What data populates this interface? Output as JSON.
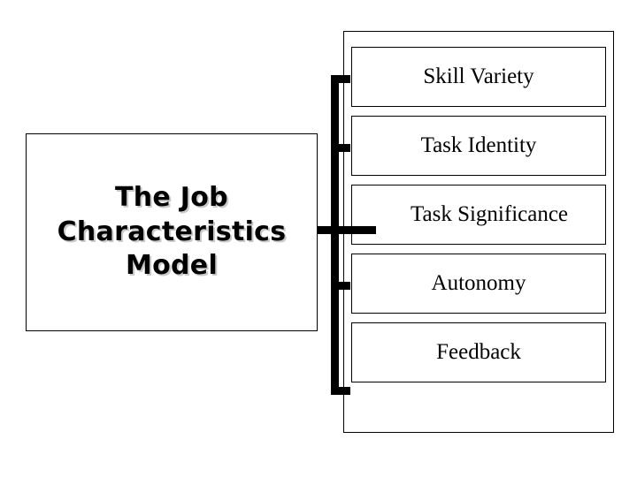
{
  "diagram": {
    "type": "tree-branch-diagram",
    "title": "The Job Characteristics Model",
    "root": {
      "label": "The Job Characteristics Model",
      "line1": "The Job",
      "line2": "Characteristics",
      "line3": "Model"
    },
    "branches": [
      {
        "label": "Skill Variety"
      },
      {
        "label": "Task Identity"
      },
      {
        "label": "Task Significance"
      },
      {
        "label": "Autonomy"
      },
      {
        "label": "Feedback"
      }
    ],
    "colors": {
      "background": "#ffffff",
      "border": "#000000",
      "text": "#000000",
      "connector": "#000000",
      "title_shadow": "#c9c9c9"
    }
  }
}
